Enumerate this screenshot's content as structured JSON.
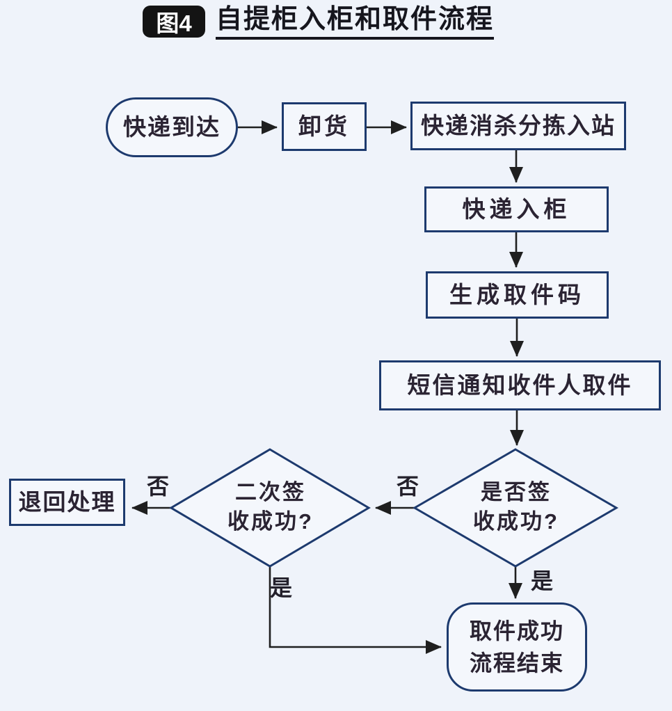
{
  "title": {
    "badge": "图4",
    "text": "自提柜入柜和取件流程"
  },
  "colors": {
    "background": "#eff3fa",
    "node_border": "#1d3a6e",
    "node_fill": "#f4f7fc",
    "text": "#2b2433",
    "arrow": "#1f1f1f",
    "badge_bg": "#141414",
    "badge_text": "#ffffff"
  },
  "nodes": {
    "arrive": {
      "label": "快递到达"
    },
    "unload": {
      "label": "卸货"
    },
    "sanitize": {
      "label": "快递消杀分拣入站"
    },
    "locker": {
      "label": "快递入柜"
    },
    "code": {
      "label": "生成取件码"
    },
    "sms": {
      "label": "短信通知收件人取件"
    },
    "sign_check": {
      "line1": "是否签",
      "line2": "收成功?"
    },
    "second_check": {
      "line1": "二次签",
      "line2": "收成功?"
    },
    "return_box": {
      "label": "退回处理"
    },
    "success": {
      "line1": "取件成功",
      "line2": "流程结束"
    }
  },
  "edges": {
    "no_to_second": "否",
    "no_to_return": "否",
    "yes_from_sign": "是",
    "yes_from_second": "是"
  }
}
